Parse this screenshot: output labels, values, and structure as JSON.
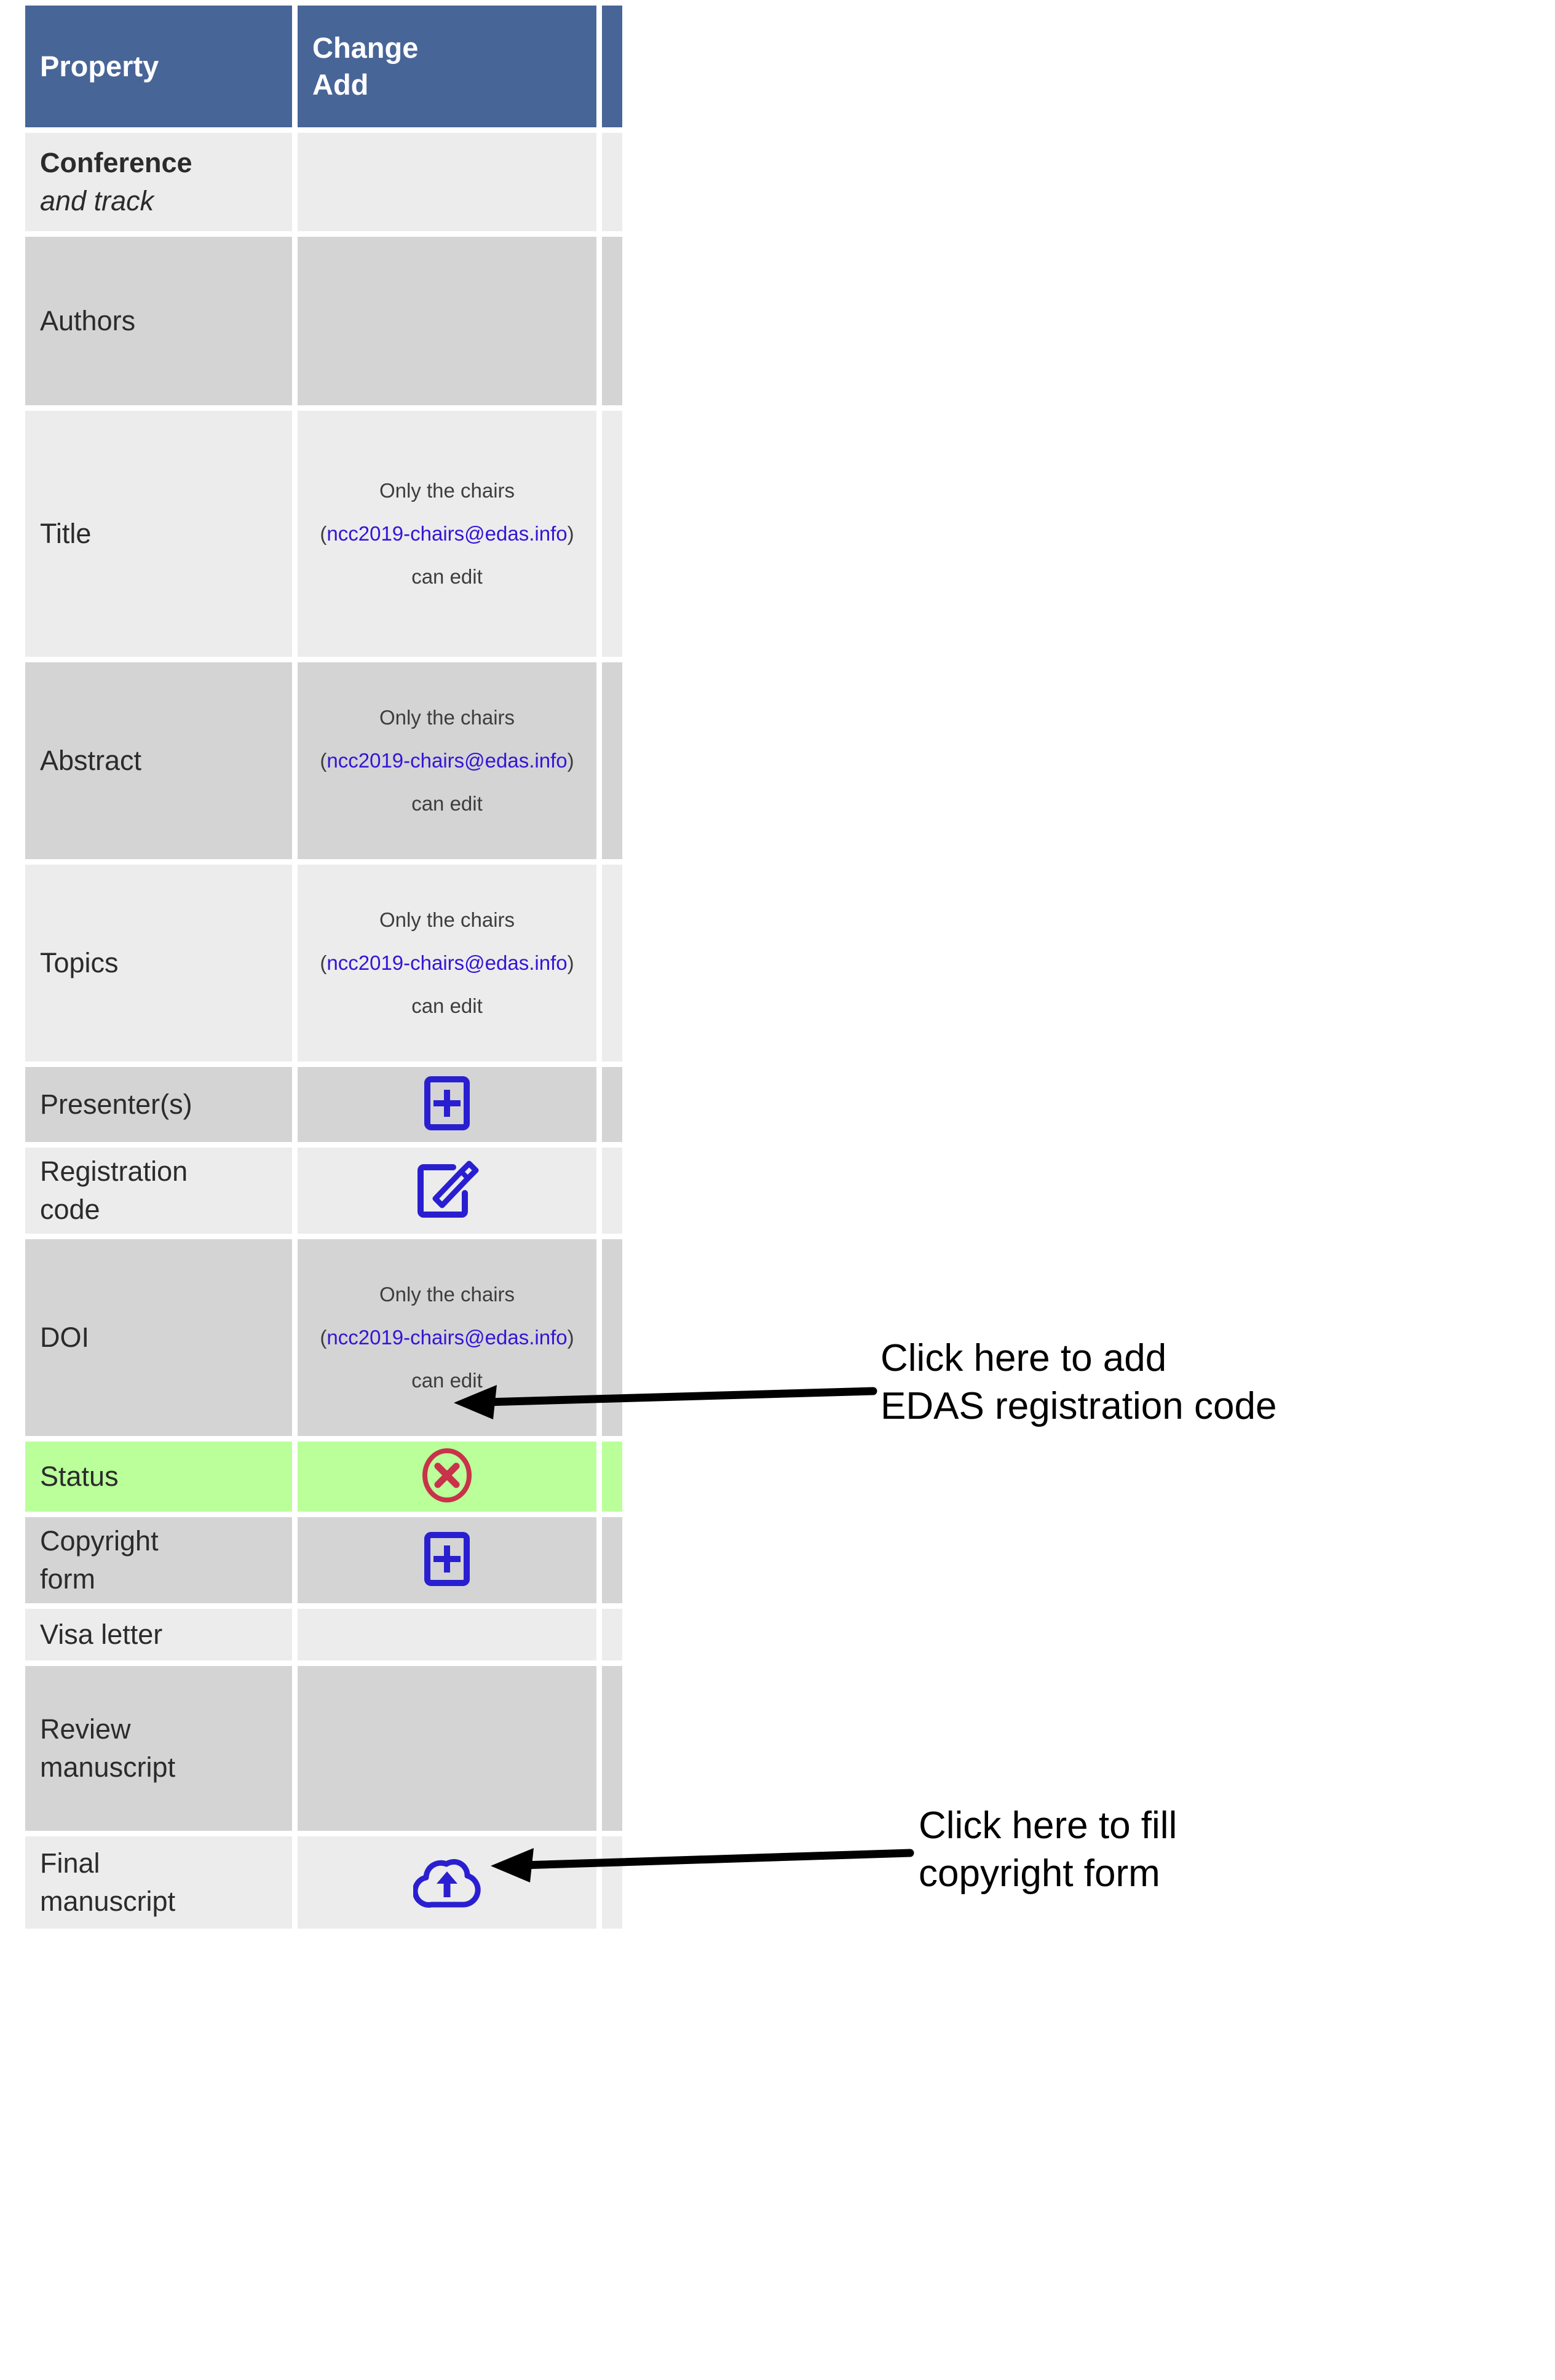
{
  "table": {
    "columns": [
      {
        "label": "Property",
        "key": "property"
      },
      {
        "label": "Change\nAdd",
        "key": "change"
      },
      {
        "label": "",
        "key": "extra"
      }
    ],
    "header": {
      "property": "Property",
      "change_line1": "Change",
      "change_line2": "Add"
    },
    "chair_note": {
      "prefix": "Only the chairs",
      "open_paren": "(",
      "email": "ncc2019-chairs@edas.info",
      "close_paren": ")",
      "suffix": "can edit"
    },
    "rows": [
      {
        "property_main": "Conference",
        "property_sub": "and track",
        "change_type": "empty",
        "change_value": "",
        "shade": "light"
      },
      {
        "property_main": "Authors",
        "property_sub": "",
        "change_type": "empty",
        "change_value": "",
        "shade": "dark"
      },
      {
        "property_main": "Title",
        "property_sub": "",
        "change_type": "chair-note",
        "change_value": "Only the chairs (ncc2019-chairs@edas.info) can edit",
        "shade": "light"
      },
      {
        "property_main": "Abstract",
        "property_sub": "",
        "change_type": "chair-note",
        "change_value": "Only the chairs (ncc2019-chairs@edas.info) can edit",
        "shade": "dark"
      },
      {
        "property_main": "Topics",
        "property_sub": "",
        "change_type": "chair-note",
        "change_value": "Only the chairs (ncc2019-chairs@edas.info) can edit",
        "shade": "light"
      },
      {
        "property_main": "Presenter(s)",
        "property_sub": "",
        "change_type": "icon",
        "change_value": "add-plus-icon",
        "shade": "dark"
      },
      {
        "property_main": "Registration",
        "property_sub": "code",
        "change_type": "icon",
        "change_value": "edit-pencil-icon",
        "shade": "light"
      },
      {
        "property_main": "DOI",
        "property_sub": "",
        "change_type": "chair-note",
        "change_value": "Only the chairs (ncc2019-chairs@edas.info) can edit",
        "shade": "dark"
      },
      {
        "property_main": "Status",
        "property_sub": "",
        "change_type": "icon",
        "change_value": "circle-x-icon",
        "shade": "status-green"
      },
      {
        "property_main": "Copyright",
        "property_sub": "form",
        "change_type": "icon",
        "change_value": "add-plus-icon",
        "shade": "dark"
      },
      {
        "property_main": "Visa letter",
        "property_sub": "",
        "change_type": "empty",
        "change_value": "",
        "shade": "light"
      },
      {
        "property_main": "Review",
        "property_sub": "manuscript",
        "change_type": "empty",
        "change_value": "",
        "shade": "dark"
      },
      {
        "property_main": "Final",
        "property_sub": "manuscript",
        "change_type": "icon",
        "change_value": "cloud-upload-icon",
        "shade": "light"
      }
    ]
  },
  "annotations": [
    {
      "id": "registration",
      "text": "Click here to add\nEDAS registration code",
      "points_to": "edit-pencil-icon"
    },
    {
      "id": "copyright",
      "text": "Click here to fill\ncopyright form",
      "points_to": "add-plus-icon"
    }
  ],
  "colors": {
    "header_blue": "#486598",
    "row_light": "#ECECEC",
    "row_dark": "#D4D4D4",
    "status_green": "#BAFF9A",
    "icon_blue": "#2A1FD0",
    "link_blue": "#3414D6",
    "error_red": "#C8324A",
    "annotation_black": "#000000"
  }
}
